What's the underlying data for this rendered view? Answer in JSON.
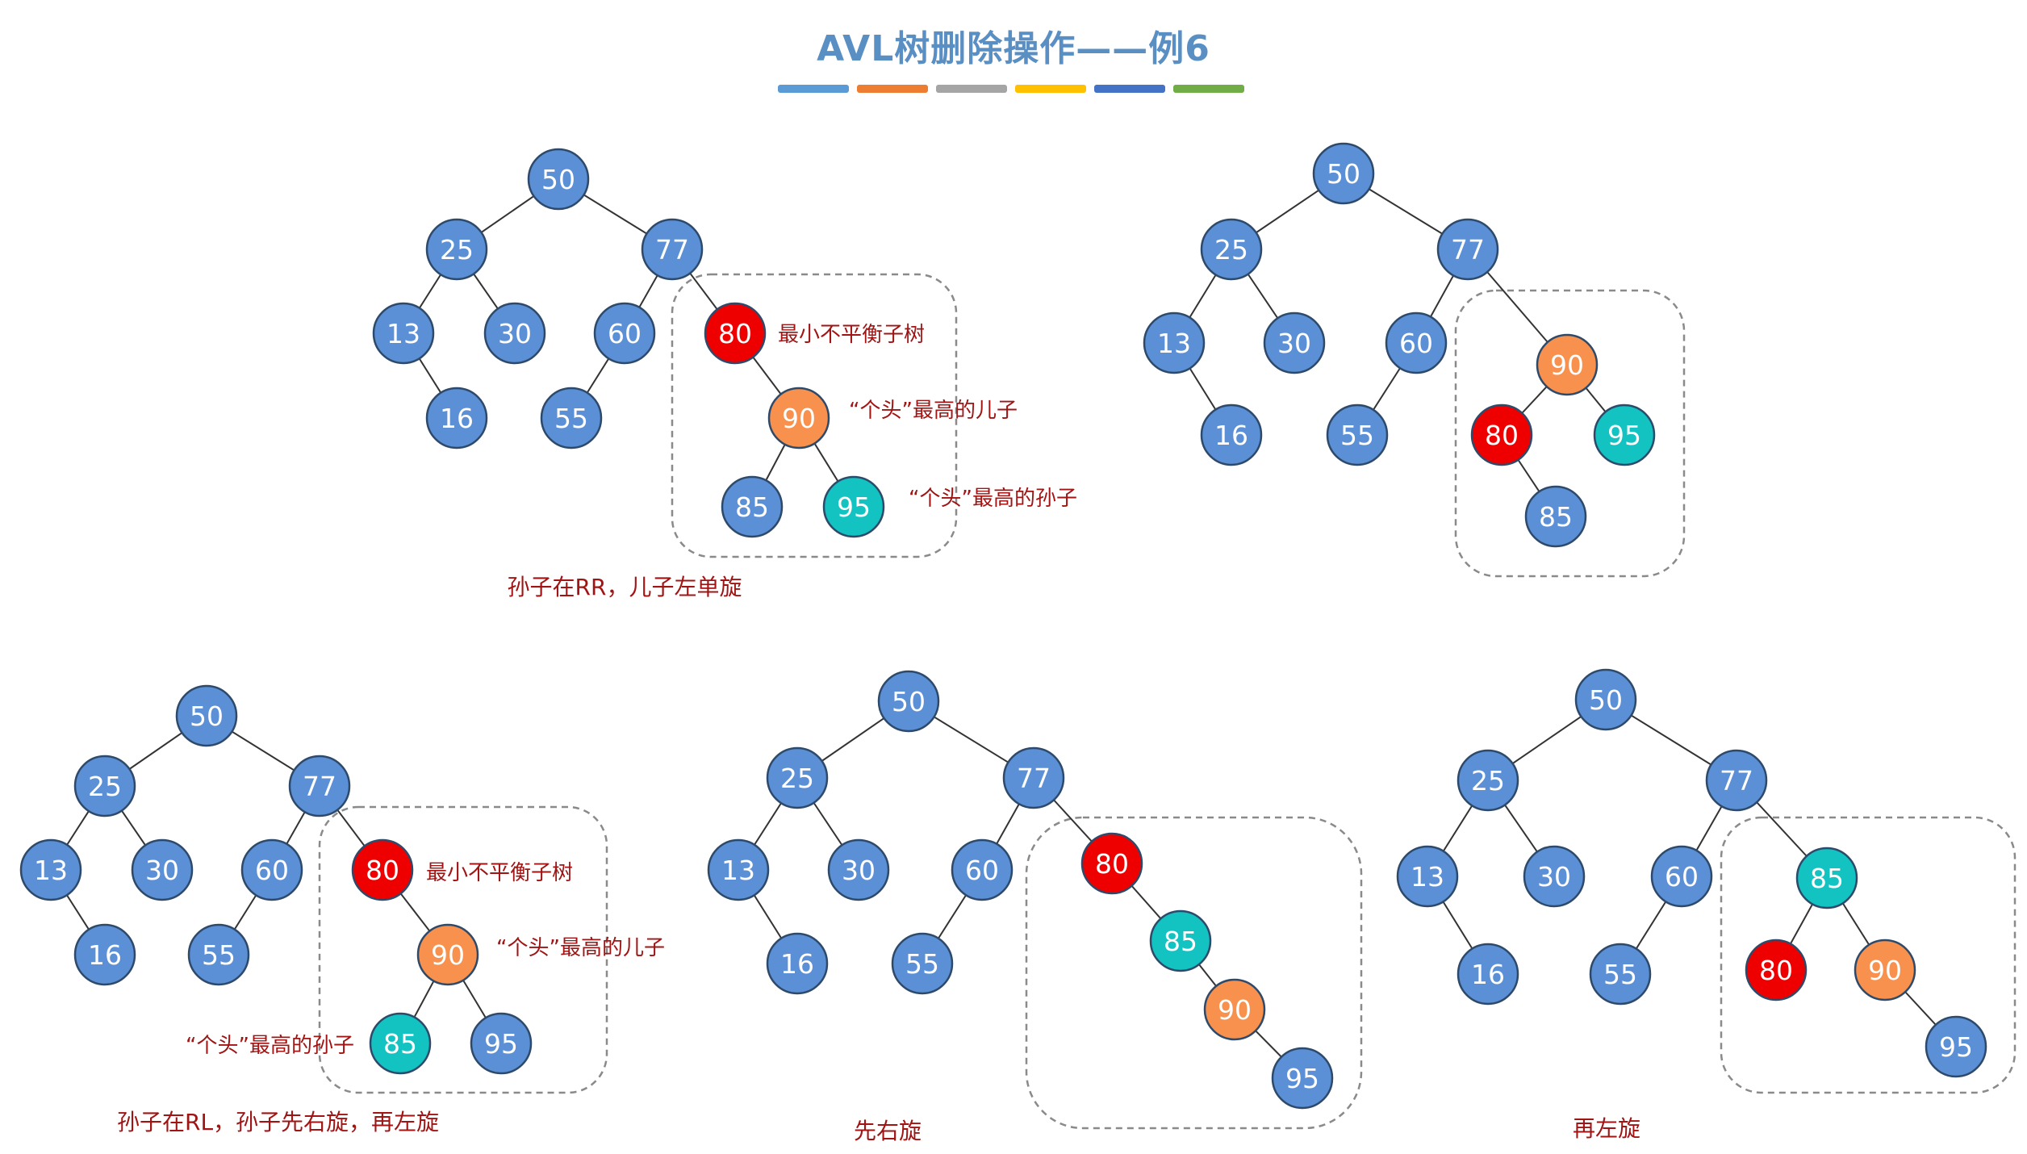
{
  "title": "AVL树删除操作——例6",
  "colors": {
    "blue": "#5b8fd6",
    "red": "#ee0000",
    "orange": "#f7914d",
    "teal": "#12c3c1",
    "annotation": "#a01414",
    "title": "#5a8fc4"
  },
  "bars": [
    "#5b9bd5",
    "#ed7d31",
    "#a5a5a5",
    "#ffc000",
    "#4472c4",
    "#70ad47"
  ],
  "diagrams": [
    {
      "id": "d1",
      "caption": "孙子在RR，儿子左单旋",
      "nodes": [
        {
          "id": "50",
          "label": "50",
          "color": "blue"
        },
        {
          "id": "25",
          "label": "25",
          "color": "blue"
        },
        {
          "id": "77",
          "label": "77",
          "color": "blue"
        },
        {
          "id": "13",
          "label": "13",
          "color": "blue"
        },
        {
          "id": "30",
          "label": "30",
          "color": "blue"
        },
        {
          "id": "60",
          "label": "60",
          "color": "blue"
        },
        {
          "id": "80",
          "label": "80",
          "color": "red"
        },
        {
          "id": "16",
          "label": "16",
          "color": "blue"
        },
        {
          "id": "55",
          "label": "55",
          "color": "blue"
        },
        {
          "id": "90",
          "label": "90",
          "color": "orange"
        },
        {
          "id": "85",
          "label": "85",
          "color": "blue"
        },
        {
          "id": "95",
          "label": "95",
          "color": "teal"
        }
      ],
      "edges": [
        [
          "50",
          "25"
        ],
        [
          "50",
          "77"
        ],
        [
          "25",
          "13"
        ],
        [
          "25",
          "30"
        ],
        [
          "13",
          "16"
        ],
        [
          "77",
          "60"
        ],
        [
          "60",
          "55"
        ],
        [
          "77",
          "80"
        ],
        [
          "80",
          "90"
        ],
        [
          "90",
          "85"
        ],
        [
          "90",
          "95"
        ]
      ],
      "annotations": [
        {
          "id": "a1",
          "text": "最小不平衡子树"
        },
        {
          "id": "a2",
          "text": "“个头”最高的儿子"
        },
        {
          "id": "a3",
          "text": "“个头”最高的孙子"
        }
      ]
    },
    {
      "id": "d2",
      "caption": "",
      "nodes": [
        {
          "id": "50",
          "label": "50",
          "color": "blue"
        },
        {
          "id": "25",
          "label": "25",
          "color": "blue"
        },
        {
          "id": "77",
          "label": "77",
          "color": "blue"
        },
        {
          "id": "13",
          "label": "13",
          "color": "blue"
        },
        {
          "id": "30",
          "label": "30",
          "color": "blue"
        },
        {
          "id": "60",
          "label": "60",
          "color": "blue"
        },
        {
          "id": "90",
          "label": "90",
          "color": "orange"
        },
        {
          "id": "16",
          "label": "16",
          "color": "blue"
        },
        {
          "id": "55",
          "label": "55",
          "color": "blue"
        },
        {
          "id": "80",
          "label": "80",
          "color": "red"
        },
        {
          "id": "95",
          "label": "95",
          "color": "teal"
        },
        {
          "id": "85",
          "label": "85",
          "color": "blue"
        }
      ],
      "edges": [
        [
          "50",
          "25"
        ],
        [
          "50",
          "77"
        ],
        [
          "25",
          "13"
        ],
        [
          "25",
          "30"
        ],
        [
          "13",
          "16"
        ],
        [
          "77",
          "60"
        ],
        [
          "60",
          "55"
        ],
        [
          "77",
          "90"
        ],
        [
          "90",
          "80"
        ],
        [
          "90",
          "95"
        ],
        [
          "80",
          "85"
        ]
      ],
      "annotations": []
    },
    {
      "id": "d3",
      "caption": "孙子在RL，孙子先右旋，再左旋",
      "nodes": [
        {
          "id": "50",
          "label": "50",
          "color": "blue"
        },
        {
          "id": "25",
          "label": "25",
          "color": "blue"
        },
        {
          "id": "77",
          "label": "77",
          "color": "blue"
        },
        {
          "id": "13",
          "label": "13",
          "color": "blue"
        },
        {
          "id": "30",
          "label": "30",
          "color": "blue"
        },
        {
          "id": "60",
          "label": "60",
          "color": "blue"
        },
        {
          "id": "80",
          "label": "80",
          "color": "red"
        },
        {
          "id": "16",
          "label": "16",
          "color": "blue"
        },
        {
          "id": "55",
          "label": "55",
          "color": "blue"
        },
        {
          "id": "90",
          "label": "90",
          "color": "orange"
        },
        {
          "id": "85",
          "label": "85",
          "color": "teal"
        },
        {
          "id": "95",
          "label": "95",
          "color": "blue"
        }
      ],
      "edges": [
        [
          "50",
          "25"
        ],
        [
          "50",
          "77"
        ],
        [
          "25",
          "13"
        ],
        [
          "25",
          "30"
        ],
        [
          "13",
          "16"
        ],
        [
          "77",
          "60"
        ],
        [
          "60",
          "55"
        ],
        [
          "77",
          "80"
        ],
        [
          "80",
          "90"
        ],
        [
          "90",
          "85"
        ],
        [
          "90",
          "95"
        ]
      ],
      "annotations": [
        {
          "id": "a1",
          "text": "最小不平衡子树"
        },
        {
          "id": "a2",
          "text": "“个头”最高的儿子"
        },
        {
          "id": "a3",
          "text": "“个头”最高的孙子"
        }
      ]
    },
    {
      "id": "d4",
      "caption": "先右旋",
      "nodes": [
        {
          "id": "50",
          "label": "50",
          "color": "blue"
        },
        {
          "id": "25",
          "label": "25",
          "color": "blue"
        },
        {
          "id": "77",
          "label": "77",
          "color": "blue"
        },
        {
          "id": "13",
          "label": "13",
          "color": "blue"
        },
        {
          "id": "30",
          "label": "30",
          "color": "blue"
        },
        {
          "id": "60",
          "label": "60",
          "color": "blue"
        },
        {
          "id": "80",
          "label": "80",
          "color": "red"
        },
        {
          "id": "16",
          "label": "16",
          "color": "blue"
        },
        {
          "id": "55",
          "label": "55",
          "color": "blue"
        },
        {
          "id": "85",
          "label": "85",
          "color": "teal"
        },
        {
          "id": "90",
          "label": "90",
          "color": "orange"
        },
        {
          "id": "95",
          "label": "95",
          "color": "blue"
        }
      ],
      "edges": [
        [
          "50",
          "25"
        ],
        [
          "50",
          "77"
        ],
        [
          "25",
          "13"
        ],
        [
          "25",
          "30"
        ],
        [
          "13",
          "16"
        ],
        [
          "77",
          "60"
        ],
        [
          "60",
          "55"
        ],
        [
          "77",
          "80"
        ],
        [
          "80",
          "85"
        ],
        [
          "85",
          "90"
        ],
        [
          "90",
          "95"
        ]
      ],
      "annotations": []
    },
    {
      "id": "d5",
      "caption": "再左旋",
      "nodes": [
        {
          "id": "50",
          "label": "50",
          "color": "blue"
        },
        {
          "id": "25",
          "label": "25",
          "color": "blue"
        },
        {
          "id": "77",
          "label": "77",
          "color": "blue"
        },
        {
          "id": "13",
          "label": "13",
          "color": "blue"
        },
        {
          "id": "30",
          "label": "30",
          "color": "blue"
        },
        {
          "id": "60",
          "label": "60",
          "color": "blue"
        },
        {
          "id": "85",
          "label": "85",
          "color": "teal"
        },
        {
          "id": "16",
          "label": "16",
          "color": "blue"
        },
        {
          "id": "55",
          "label": "55",
          "color": "blue"
        },
        {
          "id": "80",
          "label": "80",
          "color": "red"
        },
        {
          "id": "90",
          "label": "90",
          "color": "orange"
        },
        {
          "id": "95",
          "label": "95",
          "color": "blue"
        }
      ],
      "edges": [
        [
          "50",
          "25"
        ],
        [
          "50",
          "77"
        ],
        [
          "25",
          "13"
        ],
        [
          "25",
          "30"
        ],
        [
          "13",
          "16"
        ],
        [
          "77",
          "60"
        ],
        [
          "60",
          "55"
        ],
        [
          "77",
          "85"
        ],
        [
          "85",
          "80"
        ],
        [
          "85",
          "90"
        ],
        [
          "90",
          "95"
        ]
      ],
      "annotations": []
    }
  ]
}
